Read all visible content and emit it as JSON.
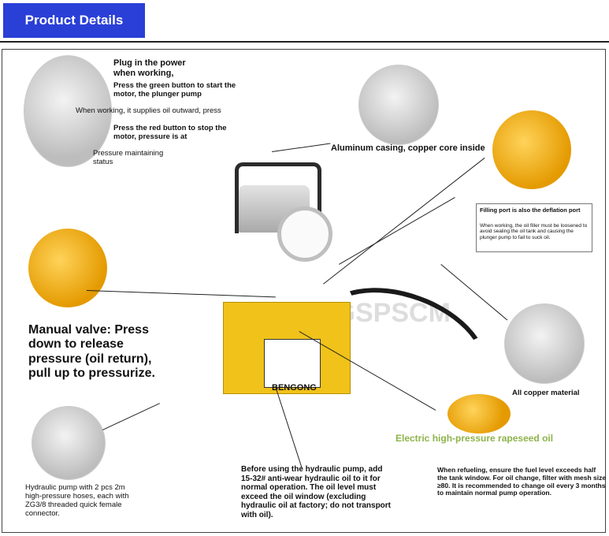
{
  "header": {
    "title": "Product Details"
  },
  "callouts": {
    "plug_in": "Plug in the power when working,",
    "green_button": "Press the green button to start the motor, the plunger pump",
    "supplies_oil": "When working, it supplies oil outward, press",
    "red_button": "Press the red button to stop the motor, pressure is at",
    "pressure_status": "Pressure maintaining status",
    "casing": "Aluminum casing, copper core inside",
    "filling_title": "Filling port is also the deflation port",
    "filling_note": "When working, the oil filler must be loosened to avoid sealing the oil tank and causing the plunger pump to fail to suck oil.",
    "manual_valve": "Manual valve: Press down to release pressure (oil return), pull up to pressurize.",
    "copper": "All copper material",
    "rapeseed": "Electric high-pressure rapeseed oil",
    "hoses": "Hydraulic pump with 2 pcs 2m high-pressure hoses, each with ZG3/8 threaded quick female connector.",
    "before_use": "Before using the hydraulic pump, add 15-32# anti-wear hydraulic oil to it for normal operation. The oil level must exceed the oil window (excluding hydraulic oil at factory; do not transport with oil).",
    "refuel": "When refueling, ensure the fuel level exceeds half the tank window. For oil change, filter with mesh size ≥80. It is recommended to change oil every 3 months to maintain normal pump operation."
  },
  "product": {
    "brand_label": "BENGONG"
  },
  "watermark": {
    "text": "HGSPSCM"
  },
  "icons": {
    "green_button": "green-power-button-icon",
    "red_button": "red-stop-button-icon",
    "gauge": "pressure-gauge-icon",
    "warning": "warning-triangle-icon"
  },
  "colors": {
    "header_bg": "#2a3fd6",
    "tank": "#f0c21a",
    "rapeseed_text": "#8db34a"
  }
}
